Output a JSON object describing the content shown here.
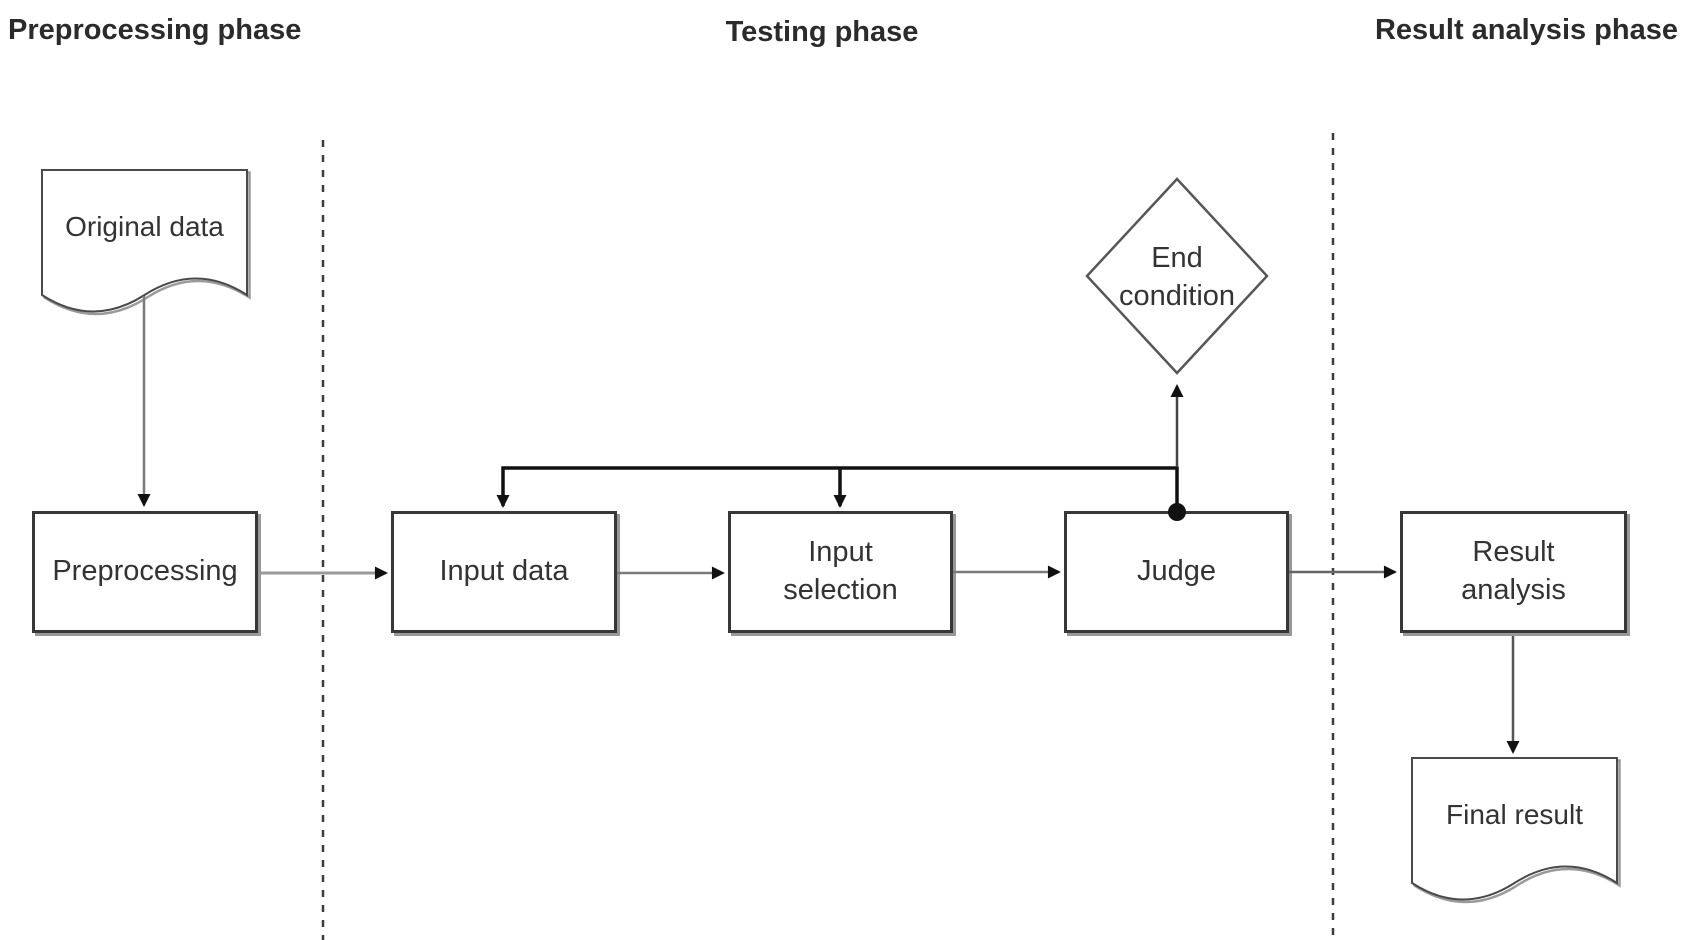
{
  "phases": {
    "preprocessing": "Preprocessing phase",
    "testing": "Testing phase",
    "result_analysis": "Result analysis phase"
  },
  "nodes": {
    "original_data": "Original data",
    "preprocessing": "Preprocessing",
    "input_data": "Input data",
    "input_selection": "Input selection",
    "judge": "Judge",
    "end_condition": "End condition",
    "result_analysis": "Result analysis",
    "final_result": "Final result"
  },
  "edges": [
    {
      "from": "Original data",
      "to": "Preprocessing"
    },
    {
      "from": "Preprocessing",
      "to": "Input data"
    },
    {
      "from": "Input data",
      "to": "Input selection"
    },
    {
      "from": "Input selection",
      "to": "Judge"
    },
    {
      "from": "Judge",
      "to": "End condition"
    },
    {
      "from": "Judge",
      "to": "Input data",
      "type": "feedback"
    },
    {
      "from": "Judge",
      "to": "Input selection",
      "type": "feedback"
    },
    {
      "from": "Judge",
      "to": "Result analysis"
    },
    {
      "from": "Result analysis",
      "to": "Final result"
    }
  ],
  "colors": {
    "background": "#ffffff",
    "box_border": "#373737",
    "box_shadow": "#989898",
    "diamond_border": "#575757",
    "document_border": "#4a4a4a",
    "connector": "#7a7a7a",
    "feedback_line": "#111111",
    "arrowhead": "#111111",
    "separator": "#3c3c3c",
    "heading_text": "#2b2b2b",
    "node_text": "#333333"
  }
}
